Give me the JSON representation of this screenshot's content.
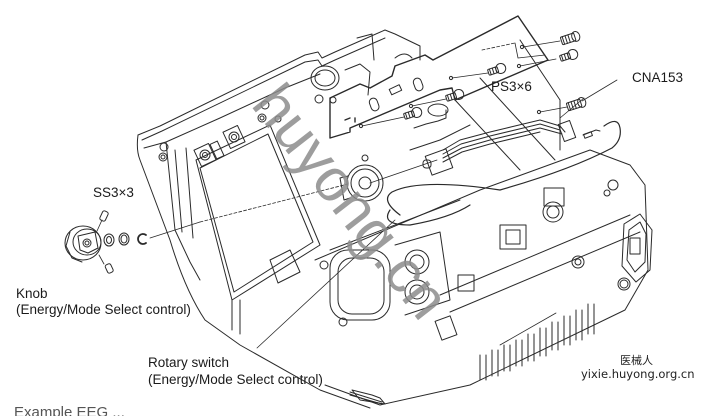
{
  "figure": {
    "title": "Rotary switch / knob disassembly diagram",
    "labels": {
      "ss_screw": "SS3×3",
      "ps_screw": "PS3×6",
      "connector": "CNA153",
      "knob_line1": "Knob",
      "knob_line2": "(Energy/Mode Select control)",
      "rotary_line1": "Rotary switch",
      "rotary_line2": "(Energy/Mode Select control)"
    },
    "watermark": {
      "diagonal_text": "huyong.cn",
      "site_name_cn": "医械人",
      "site_url": "yixie.huyong.org.cn"
    },
    "caption_partial": "Example  EEG  ...",
    "colors": {
      "line": "#2a2a2a",
      "watermark": "#8c8c8c",
      "background": "#ffffff"
    }
  }
}
